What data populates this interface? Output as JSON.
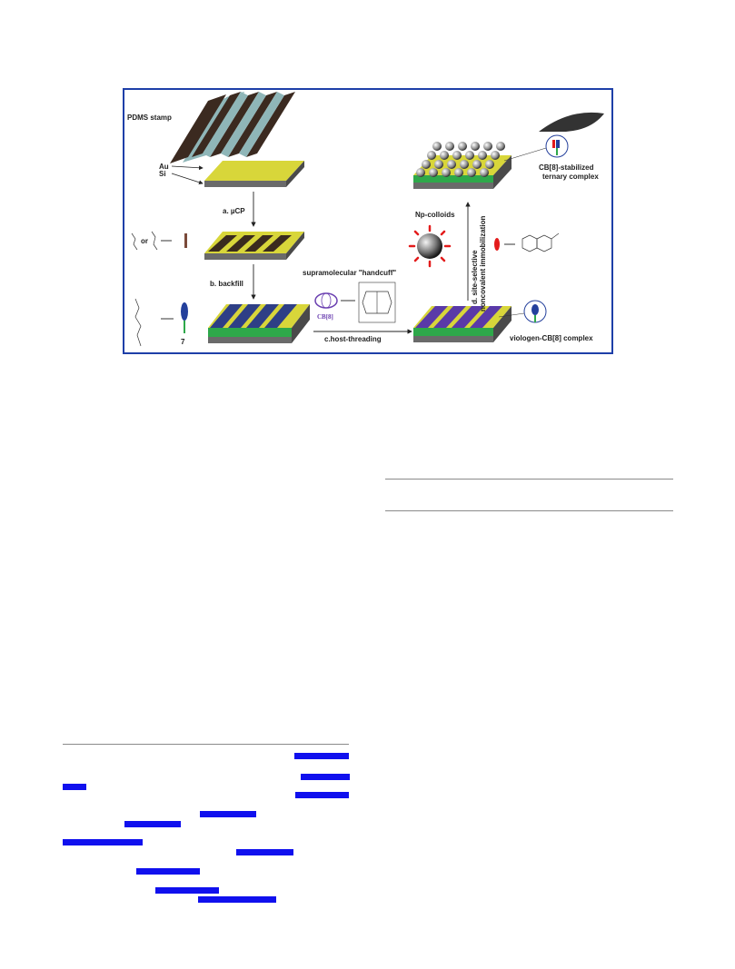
{
  "figure": {
    "labels": {
      "pdms_stamp": "PDMS stamp",
      "au": "Au",
      "si": "Si",
      "step_a": "a. µCP",
      "or": "or",
      "step_b": "b. backfill",
      "compound_7": "7",
      "handcuff": "supramolecular \"handcuff\"",
      "cb8": "CB[8]",
      "step_c": "c.host-threading",
      "viologen_complex": "viologen-CB[8] complex",
      "np_colloids": "Np-colloids",
      "step_d_line1": "d. site-selective",
      "step_d_line2": "noncovalent immobilization",
      "ternary_line1": "CB[8]-stabilized",
      "ternary_line2": "ternary complex"
    },
    "colors": {
      "frame": "#1e3fa8",
      "gold": "#d8d63a",
      "stripe": "#3a2b1e",
      "host": "#6a3fb0",
      "viologen": "#24409c",
      "linker": "#2ea84a",
      "np": "#e31b1b",
      "substrate": "#6a6a6a"
    }
  },
  "chart_data": {
    "type": "table",
    "nodes": [
      "PDMS stamp",
      "Au / Si substrate",
      "µCP patterned substrate",
      "backfilled substrate (7)",
      "viologen-CB[8] complex surface",
      "Np-colloid immobilized surface"
    ],
    "edges": [
      {
        "from": "Au / Si substrate",
        "to": "µCP patterned substrate",
        "label": "a. µCP"
      },
      {
        "from": "µCP patterned substrate",
        "to": "backfilled substrate (7)",
        "label": "b. backfill"
      },
      {
        "from": "backfilled substrate (7)",
        "to": "viologen-CB[8] complex surface",
        "label": "c.host-threading"
      },
      {
        "from": "viologen-CB[8] complex surface",
        "to": "Np-colloid immobilized surface",
        "label": "d. site-selective noncovalent immobilization"
      }
    ]
  }
}
